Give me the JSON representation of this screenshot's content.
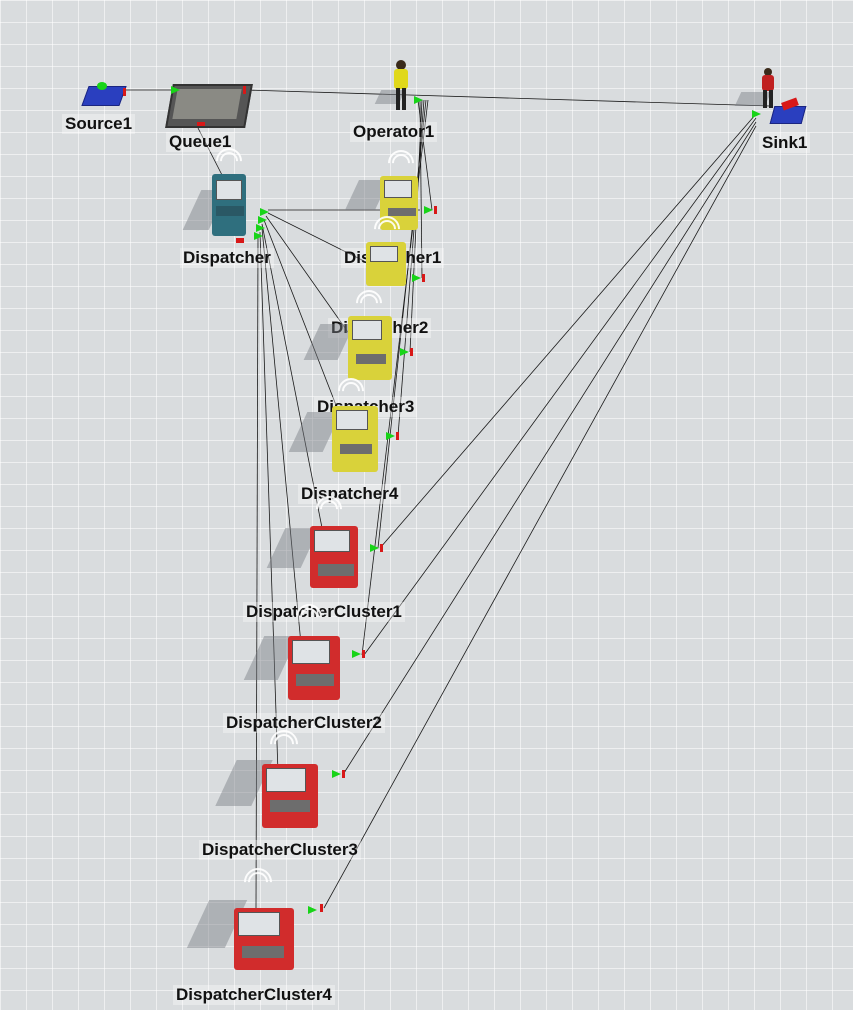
{
  "scene": {
    "objects": {
      "source": "Source1",
      "queue": "Queue1",
      "operator": "Operator1",
      "sink": "Sink1",
      "dispatcher": "Dispatcher",
      "dispatcher1": "Dispatcher1",
      "dispatcher2": "Dispatcher2",
      "dispatcher3": "Dispatcher3",
      "dispatcher4": "Dispatcher4",
      "cluster1": "DispatcherCluster1",
      "cluster2": "DispatcherCluster2",
      "cluster3": "DispatcherCluster3",
      "cluster4": "DispatcherCluster4"
    },
    "colors": {
      "background": "#d9dcde",
      "dispatcher_teal": "#2f6f7e",
      "dispatcher_yellow": "#d9d23a",
      "cluster_red": "#d12c2c",
      "source_blue": "#2a3fbf",
      "input_port": "#18d418",
      "output_port": "#d81818"
    }
  }
}
